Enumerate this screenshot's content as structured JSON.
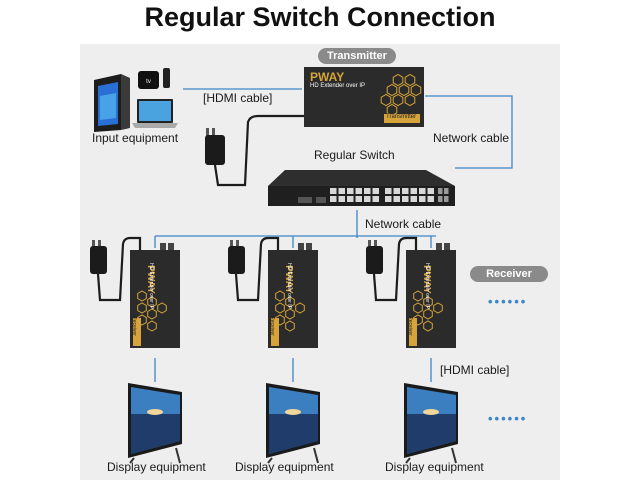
{
  "title": "Regular Switch Connection",
  "transmitter_badge": "Transmitter",
  "receiver_badge": "Receiver",
  "labels": {
    "hdmi_top": "[HDMI cable]",
    "input_equipment": "Input equipment",
    "network_cable_right": "Network cable",
    "regular_switch": "Regular Switch",
    "network_cable_mid": "Network cable",
    "hdmi_bottom": "[HDMI cable]",
    "display_1": "Display equipment",
    "display_2": "Display equipment",
    "display_3": "Display equipment"
  },
  "device": {
    "brand": "PWAY",
    "subtitle": "HD Extender over IP",
    "tx_tag": "Transmitter",
    "rx_tag": "Receiver"
  },
  "colors": {
    "accent_blue": "#3d86c8",
    "brand_gold": "#d6a43a",
    "device_dark": "#2b2b2b",
    "badge_gray": "#8a8a8a"
  }
}
